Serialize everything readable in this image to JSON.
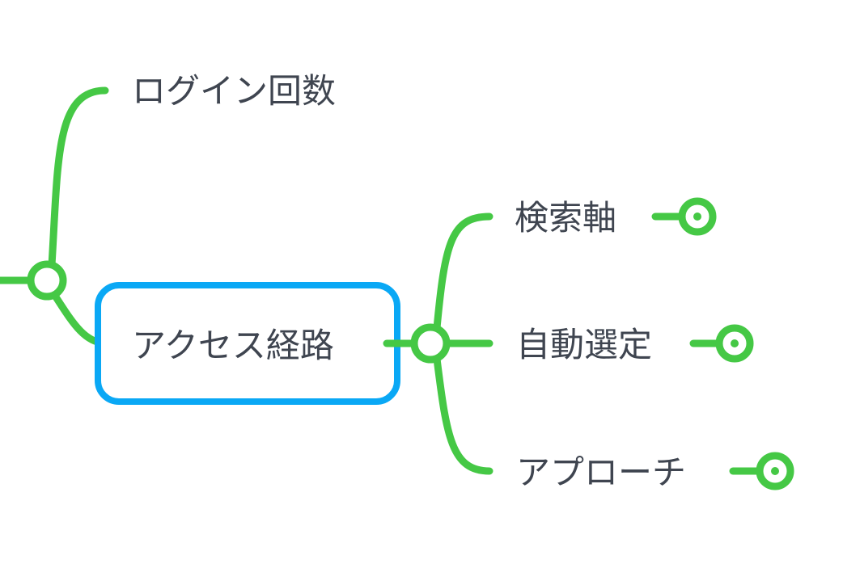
{
  "colors": {
    "branch": "#45c845",
    "selection": "#0aa8f5",
    "text": "#3f4550"
  },
  "nodes": {
    "login_count": "ログイン回数",
    "access_route": "アクセス経路",
    "search_axis": "検索軸",
    "auto_select": "自動選定",
    "approach": "アプローチ"
  }
}
